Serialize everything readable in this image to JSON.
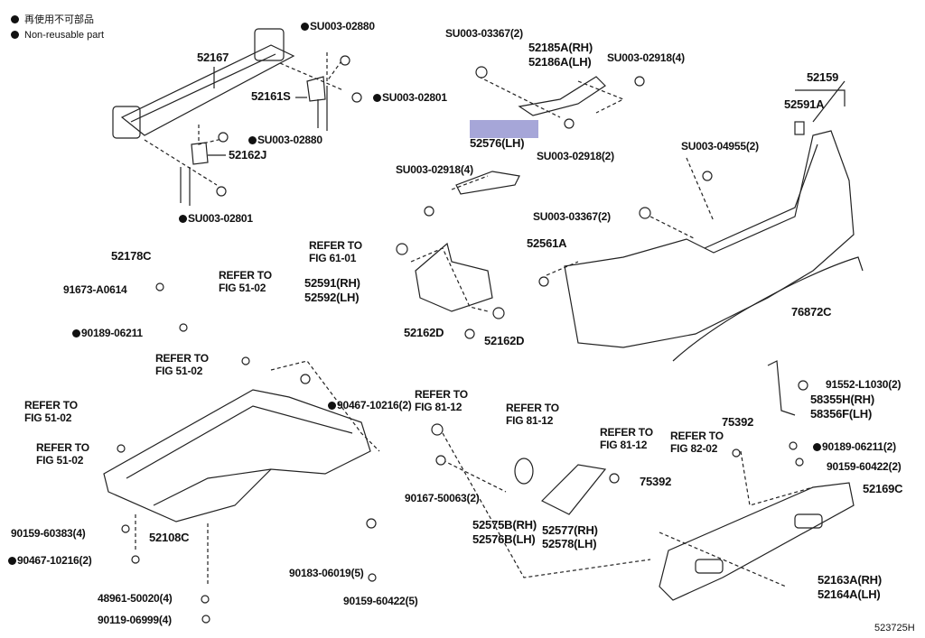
{
  "legend": {
    "japanese": "再使用不可部品",
    "english": "Non-reusable part"
  },
  "highlight_color": "#a6a6d8",
  "labels": [
    {
      "text": "SU003-02880",
      "non_reusable": true
    },
    {
      "text": "52167"
    },
    {
      "text": "52161S"
    },
    {
      "text": "SU003-02801",
      "non_reusable": true
    },
    {
      "text": "SU003-02880",
      "non_reusable": true
    },
    {
      "text": "52162J"
    },
    {
      "text": "SU003-02801",
      "non_reusable": true
    },
    {
      "text": "SU003-03367(2)"
    },
    {
      "text": "52185A(RH)"
    },
    {
      "text": "52186A(LH)"
    },
    {
      "text": "SU003-02918(4)"
    },
    {
      "text": "52159"
    },
    {
      "text": "52591A"
    },
    {
      "text": "52576(LH)"
    },
    {
      "text": "SU003-02918(2)"
    },
    {
      "text": "SU003-04955(2)"
    },
    {
      "text": "SU003-02918(4)"
    },
    {
      "text": "SU003-03367(2)"
    },
    {
      "text": "52178C"
    },
    {
      "text": "REFER TO"
    },
    {
      "text": "FIG 61-01"
    },
    {
      "text": "52561A"
    },
    {
      "text": "REFER TO"
    },
    {
      "text": "FIG 51-02"
    },
    {
      "text": "91673-A0614"
    },
    {
      "text": "52591(RH)"
    },
    {
      "text": "52592(LH)"
    },
    {
      "text": "76872C"
    },
    {
      "text": "90189-06211",
      "non_reusable": true
    },
    {
      "text": "52162D"
    },
    {
      "text": "52162D"
    },
    {
      "text": "REFER TO"
    },
    {
      "text": "FIG 51-02"
    },
    {
      "text": "90467-10216(2)",
      "non_reusable": true
    },
    {
      "text": "91552-L1030(2)"
    },
    {
      "text": "REFER TO"
    },
    {
      "text": "FIG 51-02"
    },
    {
      "text": "REFER TO"
    },
    {
      "text": "FIG 81-12"
    },
    {
      "text": "58355H(RH)"
    },
    {
      "text": "58356F(LH)"
    },
    {
      "text": "REFER TO"
    },
    {
      "text": "FIG 81-12"
    },
    {
      "text": "REFER TO"
    },
    {
      "text": "FIG 81-12"
    },
    {
      "text": "REFER TO"
    },
    {
      "text": "FIG 82-02"
    },
    {
      "text": "75392"
    },
    {
      "text": "90189-06211(2)",
      "non_reusable": true
    },
    {
      "text": "REFER TO"
    },
    {
      "text": "FIG 51-02"
    },
    {
      "text": "90159-60422(2)"
    },
    {
      "text": "52169C"
    },
    {
      "text": "90167-50063(2)"
    },
    {
      "text": "75392"
    },
    {
      "text": "52575B(RH)"
    },
    {
      "text": "52576B(LH)"
    },
    {
      "text": "52577(RH)"
    },
    {
      "text": "52578(LH)"
    },
    {
      "text": "90159-60383(4)"
    },
    {
      "text": "52108C"
    },
    {
      "text": "90183-06019(5)"
    },
    {
      "text": "90467-10216(2)",
      "non_reusable": true
    },
    {
      "text": "52163A(RH)"
    },
    {
      "text": "52164A(LH)"
    },
    {
      "text": "48961-50020(4)"
    },
    {
      "text": "90159-60422(5)"
    },
    {
      "text": "90119-06999(4)"
    }
  ],
  "figure_code": "523725H"
}
